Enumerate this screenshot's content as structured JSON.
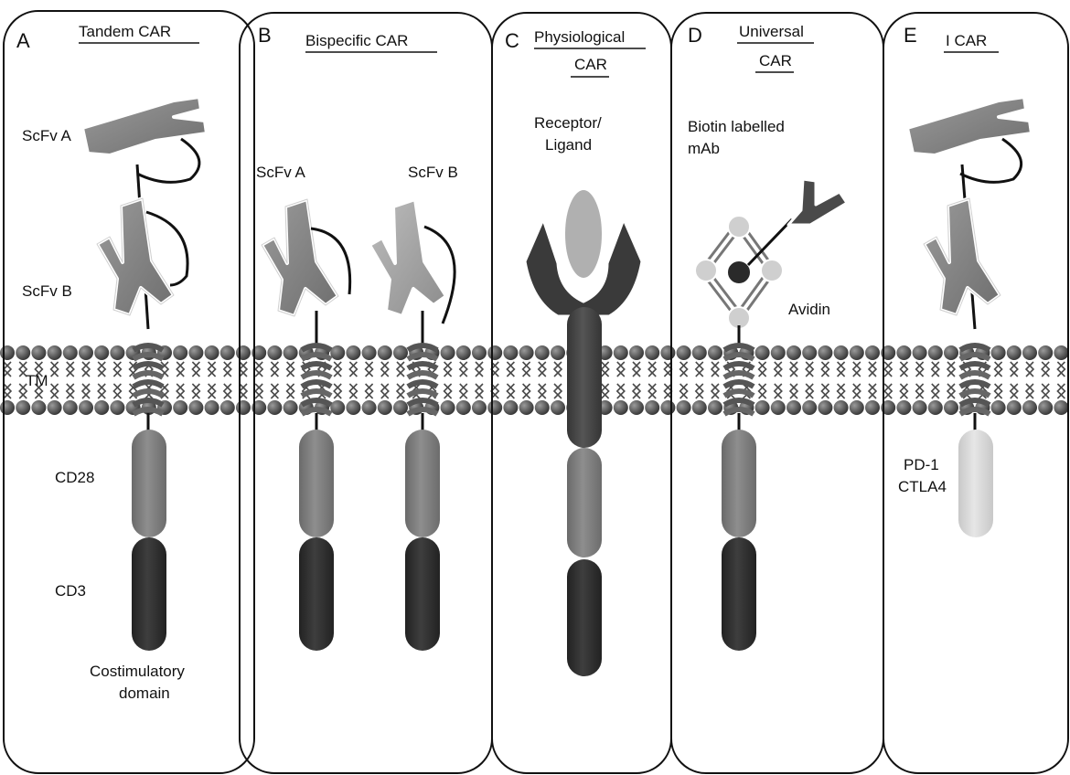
{
  "panels": [
    {
      "letter": "A",
      "title": "Tandem CAR"
    },
    {
      "letter": "B",
      "title": "Bispecific CAR"
    },
    {
      "letter": "C",
      "title_line1": "Physiological",
      "title_line2": "CAR"
    },
    {
      "letter": "D",
      "title_line1": "Universal",
      "title_line2": "CAR"
    },
    {
      "letter": "E",
      "title": "I CAR"
    }
  ],
  "labels": {
    "scfv_a": "ScFv A",
    "scfv_b": "ScFv B",
    "tm": "TM",
    "cd28": "CD28",
    "cd3": "CD3",
    "costim_1": "Costimulatory",
    "costim_2": "domain",
    "b_scfv_a": "ScFv A",
    "b_scfv_b": "ScFv B",
    "receptor_1": "Receptor/",
    "receptor_2": "Ligand",
    "biotin_1": "Biotin labelled",
    "biotin_2": "mAb",
    "avidin": "Avidin",
    "pd1": "PD-1",
    "ctla4": "CTLA4"
  },
  "colors": {
    "cd28": "#7a7a7a",
    "cd3": "#2e2e2e",
    "scfv_dark": "#808080",
    "scfv_light": "#a6a6a6",
    "membrane": "#5a5a5a",
    "inhibitory": "#d8d8d8",
    "receptor": "#444444"
  }
}
